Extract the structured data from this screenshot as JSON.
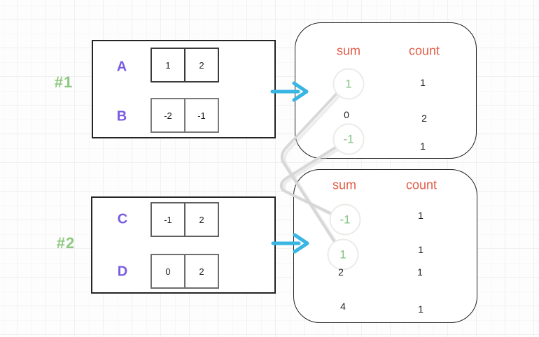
{
  "colors": {
    "header_orange": "#e25b47",
    "matched_green": "#82c482",
    "tag_green": "#8cc87f",
    "label_purple": "#7a5ce1",
    "arrow_cyan": "#38b6e3",
    "connector_gray": "#d8d8d8"
  },
  "groups": [
    {
      "tag": "#1",
      "rows": [
        {
          "label": "A",
          "cells": [
            "1",
            "2"
          ]
        },
        {
          "label": "B",
          "cells": [
            "-2",
            "-1"
          ]
        }
      ]
    },
    {
      "tag": "#2",
      "rows": [
        {
          "label": "C",
          "cells": [
            "-1",
            "2"
          ]
        },
        {
          "label": "D",
          "cells": [
            "0",
            "2"
          ]
        }
      ]
    }
  ],
  "tables": [
    {
      "sum_header": "sum",
      "count_header": "count",
      "rows": [
        {
          "sum": "1",
          "count": "1",
          "circled": true
        },
        {
          "sum": "0",
          "count": "2",
          "circled": false
        },
        {
          "sum": "-1",
          "count": "1",
          "circled": true
        }
      ]
    },
    {
      "sum_header": "sum",
      "count_header": "count",
      "rows": [
        {
          "sum": "-1",
          "count": "1",
          "circled": true
        },
        {
          "sum": "1",
          "count": "1",
          "circled": true
        },
        {
          "sum": "2",
          "count": "1",
          "circled": false
        },
        {
          "sum": "4",
          "count": "1",
          "circled": false
        }
      ]
    }
  ]
}
